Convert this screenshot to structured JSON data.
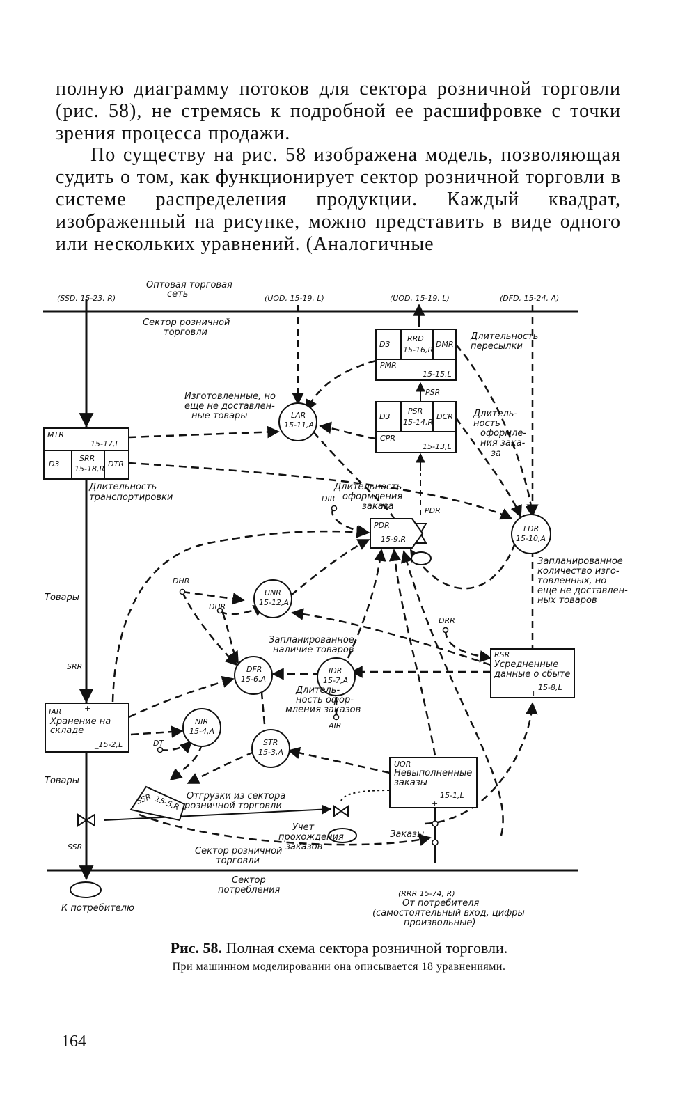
{
  "body": {
    "paragraph1": "полную диаграмму потоков для сектора розничной торговли (рис. 58), не стремясь к подробной ее расшифровке с точки зрения процесса продажи.",
    "paragraph2": "По существу на рис. 58 изображена модель, позволяющая судить о том, как функционирует сектор розничной торговли в системе распределения продукции. Каждый квадрат, изображенный на рисунке, можно представить в виде одного или нескольких уравнений. (Аналогичные"
  },
  "figure": {
    "top": {
      "wholesale_1": "Оптовая торговая",
      "wholesale_2": "сеть",
      "in_ssd": "(SSD, 15-23, R)",
      "in_uod": "(UOD, 15-19, L)",
      "out_uod": "(UOD, 15-19, L)",
      "in_dfd": "(DFD, 15-24, A)",
      "retail_1": "Сектор розничной",
      "retail_2": "торговли"
    },
    "boxes": {
      "rrd": {
        "d3": "D3",
        "name": "RRD",
        "eq": "15-16,R",
        "dmr": "DMR",
        "pmr": "PMR",
        "eq2": "15-15,L"
      },
      "psr": {
        "d3": "D3",
        "name": "PSR",
        "eq": "15-14,R",
        "dcr": "DCR",
        "cpr": "CPR",
        "eq2": "15-13,L"
      },
      "mtr": {
        "name": "MTR",
        "eq": "15-17,L",
        "d3": "D3",
        "srr": "SRR",
        "srr_eq": "15-18,R",
        "dtr": "DTR"
      },
      "iar": {
        "plus": "+",
        "name": "IAR",
        "line1": "Хранение на",
        "line2": "складе",
        "eq": "_15-2,L"
      },
      "rsr": {
        "name": "RSR",
        "line1": "Усредненные",
        "line2": "данные о сбыте",
        "plus": "+",
        "eq": "15-8,L"
      },
      "uor": {
        "name": "UOR",
        "line1": "Невыполненные",
        "line2": "заказы",
        "minus": "−",
        "plus": "+",
        "eq": "15-1,L"
      },
      "ssr": {
        "name": "SSR",
        "eq": "15-5,R"
      },
      "pdr": {
        "name": "PDR",
        "eq": "15-9,R"
      }
    },
    "circles": {
      "lar": {
        "name": "LAR",
        "eq": "15-11,A"
      },
      "ldr": {
        "name": "LDR",
        "eq": "15-10,A"
      },
      "unr": {
        "name": "UNR",
        "eq": "15-12,A"
      },
      "dfr": {
        "name": "DFR",
        "eq": "15-6,A"
      },
      "idr": {
        "name": "IDR",
        "eq": "15-7,A"
      },
      "nir": {
        "name": "NIR",
        "eq": "15-4,A"
      },
      "str": {
        "name": "STR",
        "eq": "15-3,A"
      }
    },
    "labels": {
      "shipping_1": "Длительность",
      "shipping_2": "пересылки",
      "made_1": "Изготовленные, но",
      "made_2": "еще не доставлен-",
      "made_3": "ные товары",
      "psr": "PSR",
      "order_proc_1": "Длитель-",
      "order_proc_2": "ность",
      "order_proc_3": "оформле-",
      "order_proc_4": "ния зака-",
      "order_proc_5": "за",
      "transport_1": "Длительность",
      "transport_2": "транспортировки",
      "dur_order_1": "Длительность",
      "dur_order_2": "оформления",
      "dur_order_3": "заказа",
      "dir": "DIR",
      "pdr_side": "PDR",
      "planned_made_1": "Запланированное",
      "planned_made_2": "количество изго-",
      "planned_made_3": "товленных, но",
      "planned_made_4": "еще не доставлен-",
      "planned_made_5": "ных товаров",
      "goods1": "Товары",
      "dhr": "DHR",
      "dur": "DUR",
      "drr": "DRR",
      "planned_stock_1": "Запланированное",
      "planned_stock_2": "наличие товаров",
      "srr": "SRR",
      "fulfill_1": "Длитель-",
      "fulfill_2": "ность офор-",
      "fulfill_3": "мления заказов",
      "air": "AIR",
      "dt": "DT",
      "goods2": "Товары",
      "shipments_1": "Отгрузки из сектора",
      "shipments_2": "розничной торговли",
      "accounting_1": "Учет",
      "accounting_2": "прохождения",
      "accounting_3": "заказов",
      "orders": "Заказы",
      "ssr_flow": "SSR",
      "retail_bottom_1": "Сектор розничной",
      "retail_bottom_2": "торговли",
      "consumption_1": "Сектор",
      "consumption_2": "потребления",
      "to_consumer": "К потребителю",
      "rrr": "(RRR 15-74, R)",
      "from_consumer_1": "От потребителя",
      "from_consumer_2": "(самостоятельный вход, цифры",
      "from_consumer_3": "произвольные)"
    }
  },
  "caption": {
    "label": "Рис. 58.",
    "title": "Полная схема сектора розничной торговли.",
    "subtitle": "При машинном моделировании она описывается 18 уравнениями."
  },
  "page_number": "164"
}
